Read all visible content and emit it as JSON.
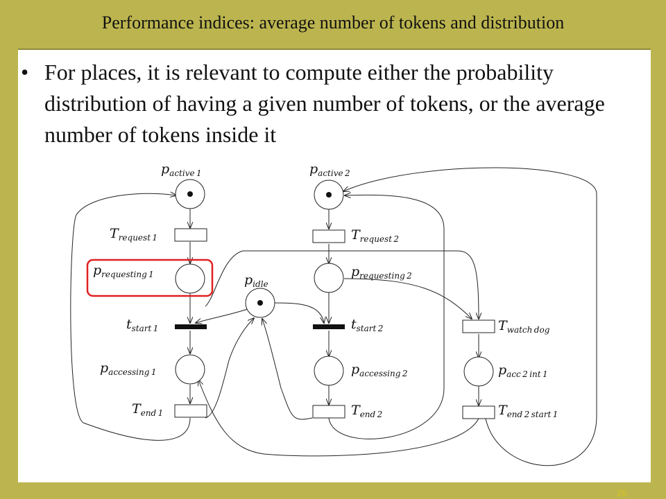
{
  "slide": {
    "title": "Performance indices: average number of tokens and distribution",
    "bullet_symbol": "•",
    "bullet": "For places, it is relevant to compute either the probability distribution of having a given number of tokens, or the average number of tokens inside it",
    "page_number": "26"
  },
  "diagram": {
    "highlight_color": "#e02020",
    "places": [
      {
        "id": "p_active_1",
        "base": "p",
        "sub": "active_1",
        "token": true
      },
      {
        "id": "p_requesting_1",
        "base": "p",
        "sub": "requesting_1",
        "token": false,
        "highlighted": true
      },
      {
        "id": "p_accessing_1",
        "base": "p",
        "sub": "accessing_1",
        "token": false
      },
      {
        "id": "p_idle",
        "base": "p",
        "sub": "idle",
        "token": true
      },
      {
        "id": "p_active_2",
        "base": "p",
        "sub": "active_2",
        "token": true
      },
      {
        "id": "p_requesting_2",
        "base": "p",
        "sub": "requesting_2",
        "token": false
      },
      {
        "id": "p_accessing_2",
        "base": "p",
        "sub": "accessing_2",
        "token": false
      },
      {
        "id": "p_acc_2_int_1",
        "base": "p",
        "sub": "acc_2_int_1",
        "token": false
      }
    ],
    "transitions": [
      {
        "id": "T_request_1",
        "base": "T",
        "sub": "request_1",
        "kind": "timed"
      },
      {
        "id": "t_start_1",
        "base": "t",
        "sub": "start_1",
        "kind": "immediate"
      },
      {
        "id": "T_end_1",
        "base": "T",
        "sub": "end_1",
        "kind": "timed"
      },
      {
        "id": "T_request_2",
        "base": "T",
        "sub": "request_2",
        "kind": "timed"
      },
      {
        "id": "t_start_2",
        "base": "t",
        "sub": "start_2",
        "kind": "immediate"
      },
      {
        "id": "T_end_2",
        "base": "T",
        "sub": "end_2",
        "kind": "timed"
      },
      {
        "id": "T_watch_dog",
        "base": "T",
        "sub": "watch_dog",
        "kind": "timed"
      },
      {
        "id": "T_end_2_start_1",
        "base": "T",
        "sub": "end_2_start_1",
        "kind": "timed"
      }
    ],
    "arcs": [
      [
        "p_active_1",
        "T_request_1"
      ],
      [
        "T_request_1",
        "p_requesting_1"
      ],
      [
        "p_requesting_1",
        "t_start_1"
      ],
      [
        "p_idle",
        "t_start_1"
      ],
      [
        "t_start_1",
        "p_accessing_1"
      ],
      [
        "p_accessing_1",
        "T_end_1"
      ],
      [
        "T_end_1",
        "p_active_1"
      ],
      [
        "T_end_1",
        "p_idle"
      ],
      [
        "p_active_2",
        "T_request_2"
      ],
      [
        "T_request_2",
        "p_requesting_2"
      ],
      [
        "p_requesting_2",
        "t_start_2"
      ],
      [
        "p_idle",
        "t_start_2"
      ],
      [
        "t_start_2",
        "p_accessing_2"
      ],
      [
        "p_accessing_2",
        "T_end_2"
      ],
      [
        "T_end_2",
        "p_active_2"
      ],
      [
        "T_end_2",
        "p_idle"
      ],
      [
        "p_requesting_1",
        "T_watch_dog"
      ],
      [
        "p_requesting_2",
        "T_watch_dog"
      ],
      [
        "T_watch_dog",
        "p_acc_2_int_1"
      ],
      [
        "p_acc_2_int_1",
        "T_end_2_start_1"
      ],
      [
        "T_end_2_start_1",
        "p_accessing_1"
      ],
      [
        "T_end_2_start_1",
        "p_active_2"
      ]
    ]
  }
}
